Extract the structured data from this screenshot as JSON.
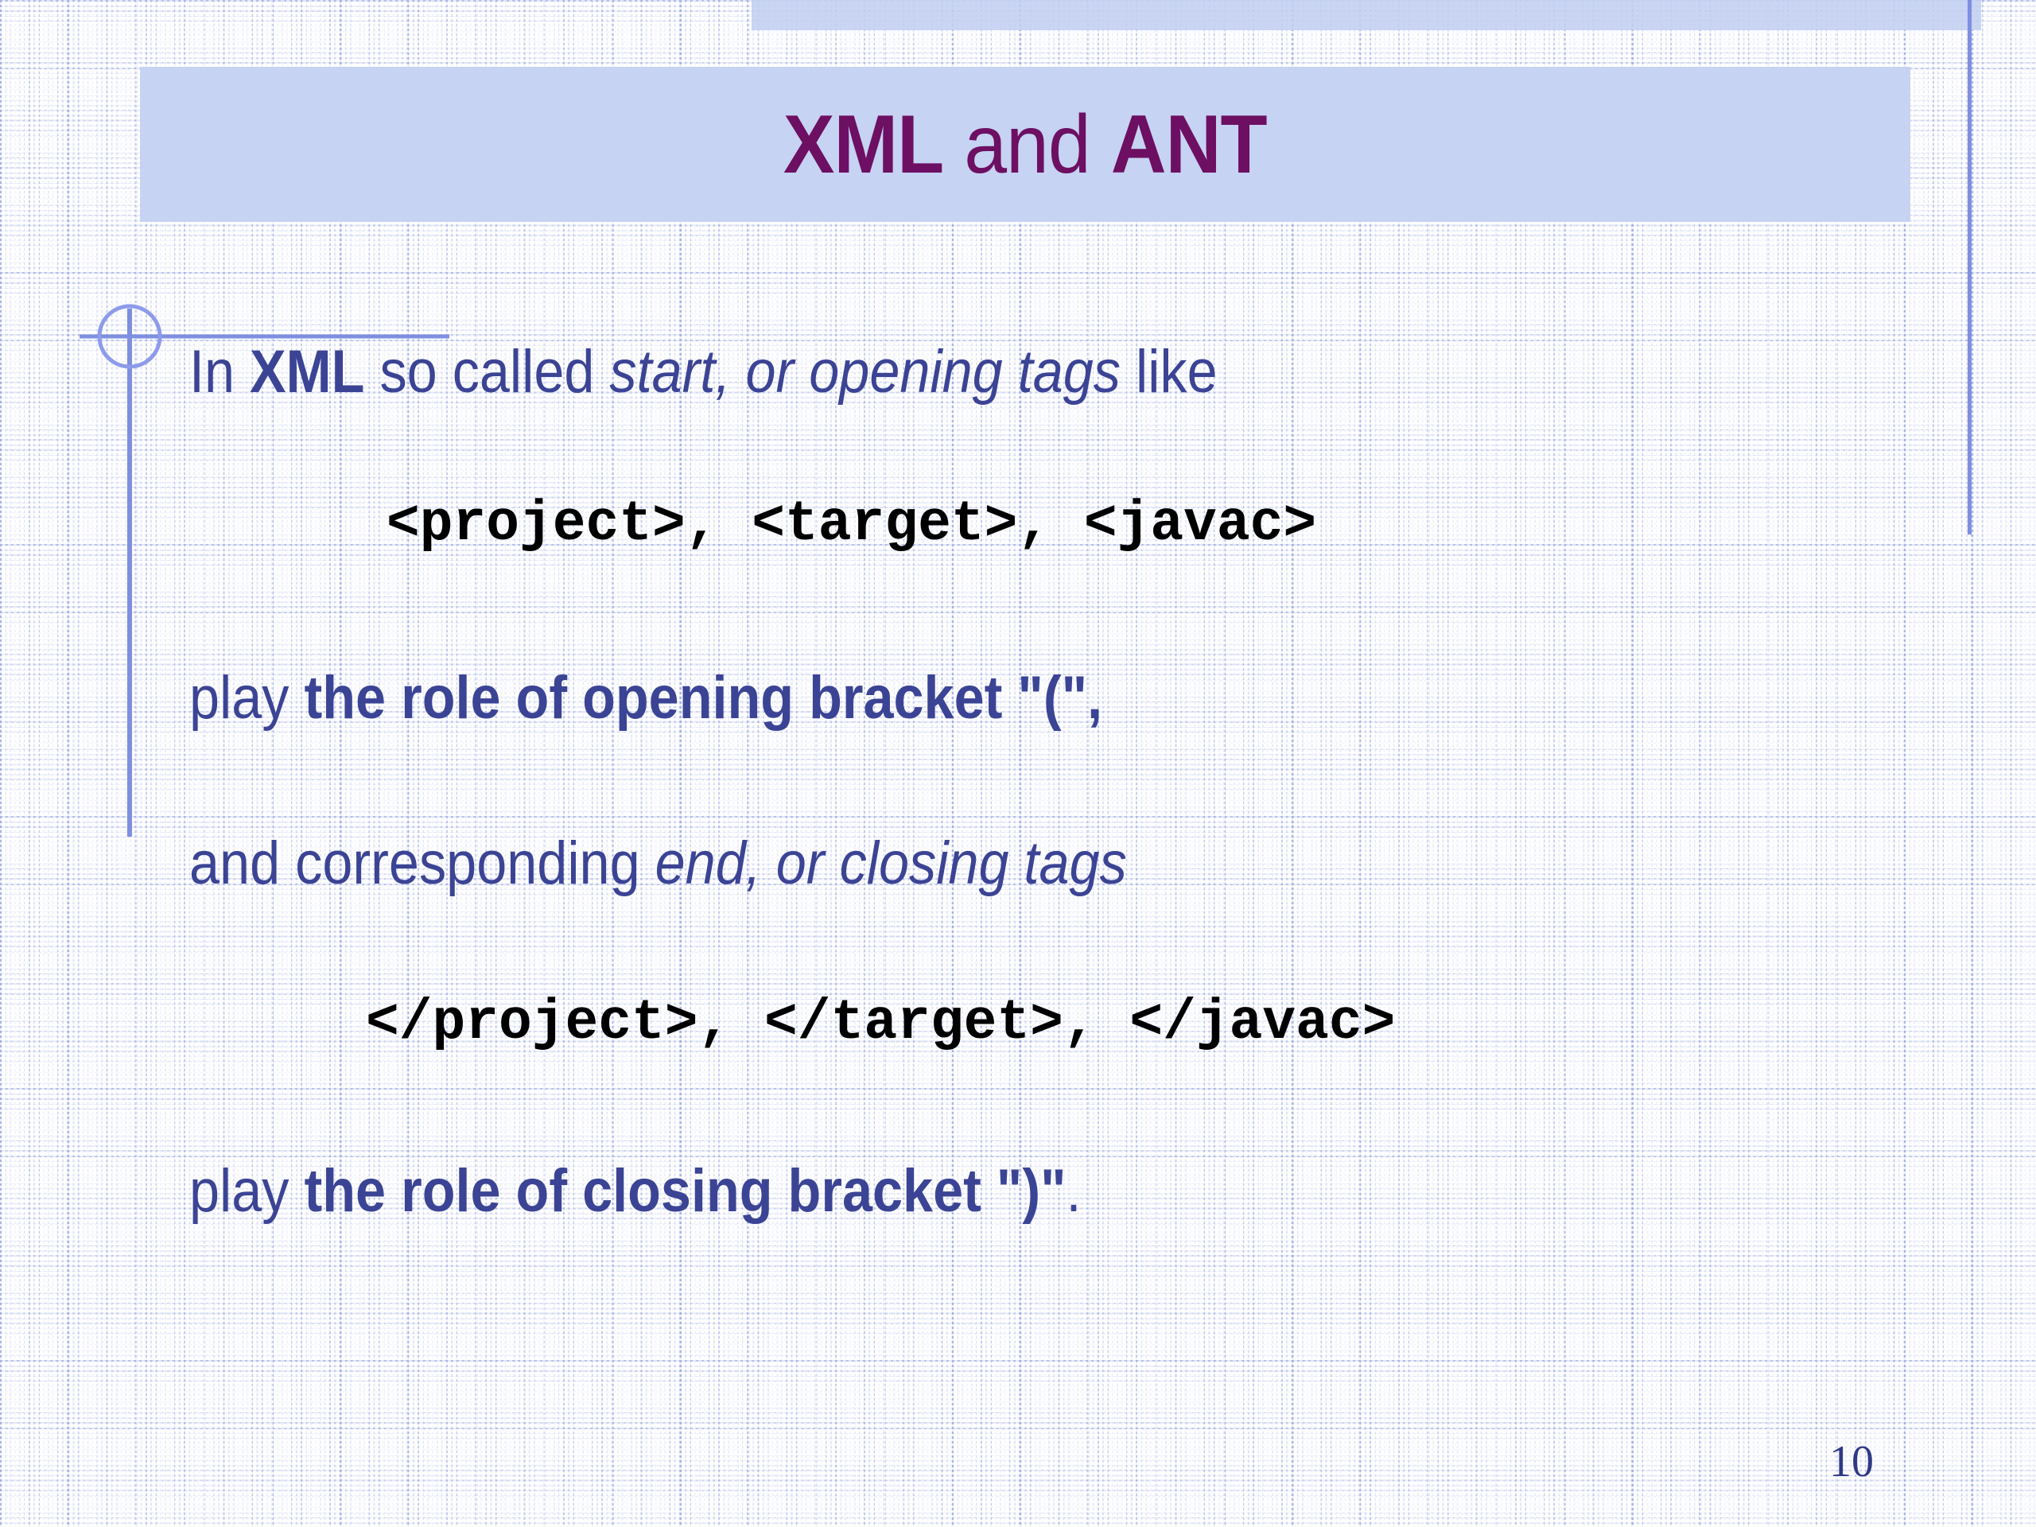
{
  "slide": {
    "title": {
      "part1": "XML",
      "part2": " and ",
      "part3": "ANT",
      "color": "#6d0f62",
      "band_color": "#c6d3f2"
    },
    "body": {
      "line1": {
        "seg1": "In ",
        "seg2": "XML",
        "seg3": " so called ",
        "seg4": "start, or opening tags",
        "seg5": " like"
      },
      "line2": {
        "code": "<project>, <target>, <javac>"
      },
      "line3": {
        "seg1": "play ",
        "seg2": "the role of opening bracket \"(\","
      },
      "line4": {
        "seg1": "and corresponding ",
        "seg2": "end, or closing tags"
      },
      "line5": {
        "code": "</project>, </target>, </javac>"
      },
      "line6": {
        "seg1": "play ",
        "seg2": "the role of closing bracket \")\"",
        "seg3": "."
      }
    },
    "page_number": "10",
    "colors": {
      "body_text": "#3b4494",
      "code_text": "#000000",
      "accent_rule": "#7f8fe0",
      "grid": "#9eace4"
    }
  }
}
